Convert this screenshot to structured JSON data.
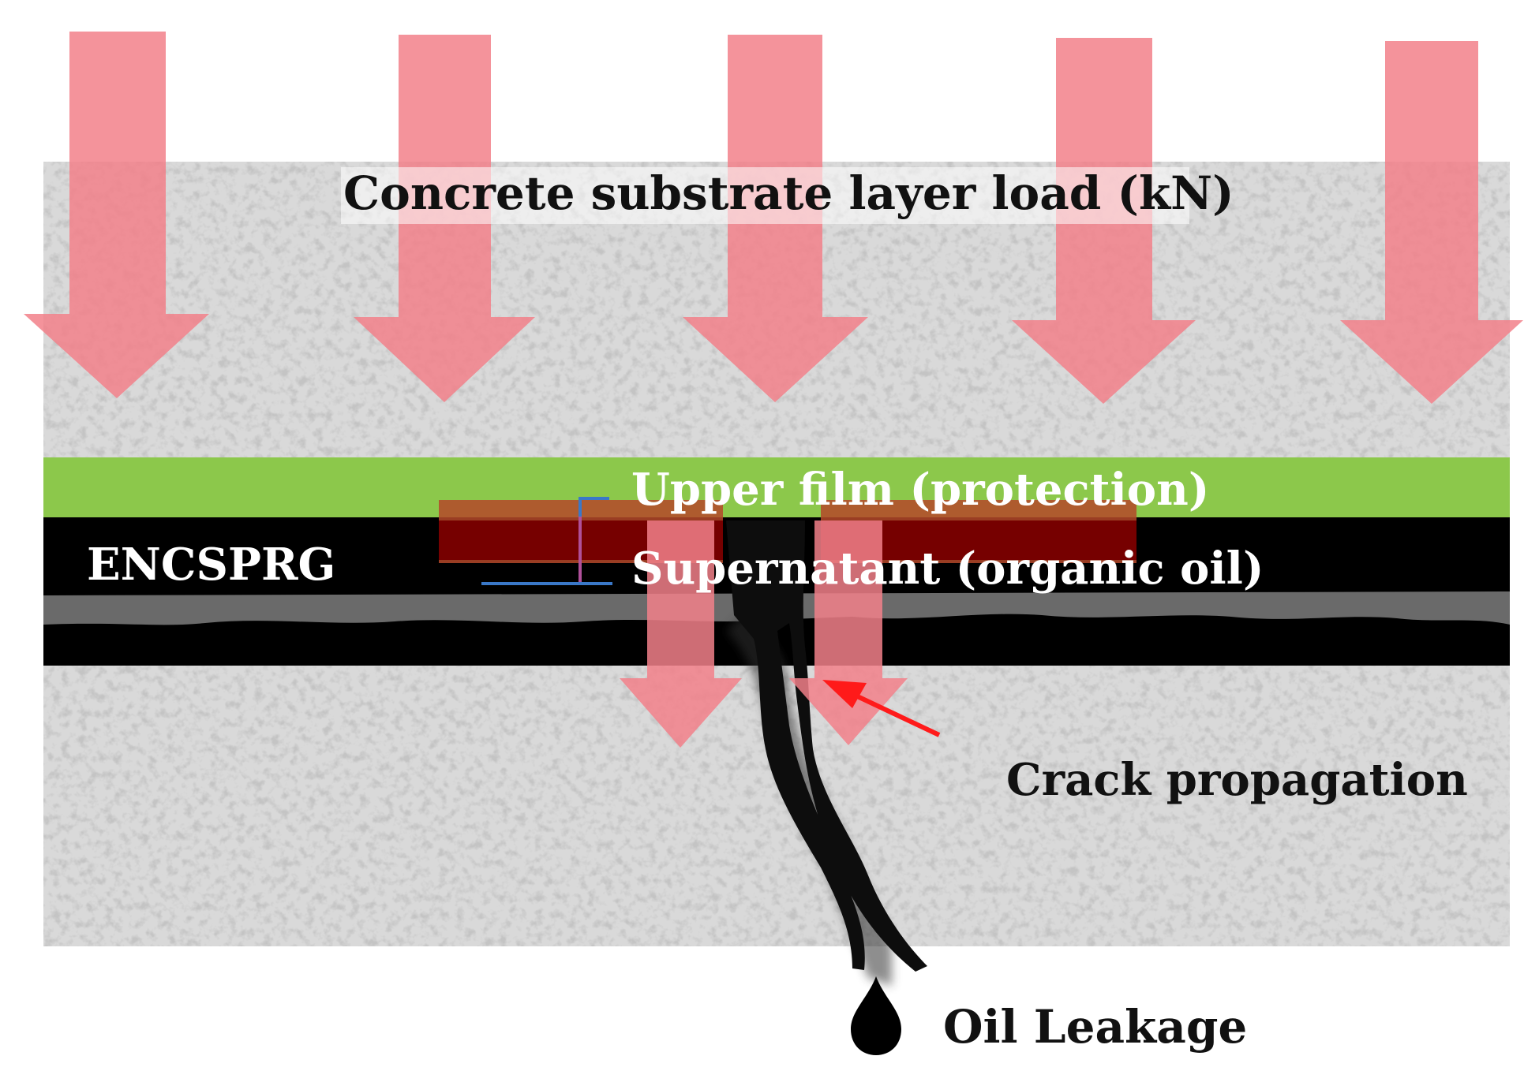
{
  "labels": {
    "top_load": "Concrete substrate layer load (kN)",
    "upper_film": "Upper film (protection)",
    "material": "ENCSPRG",
    "supernatant": "Supernatant (organic oil)",
    "crack": "Crack propagation",
    "leak": "Oil Leakage"
  },
  "colors": {
    "arrow": "#f2808a",
    "green_film": "#8cc84b",
    "black_layer": "#000000",
    "dark_red_block": "#8b0000",
    "orange_block": "#b5482a",
    "crack": "#111111",
    "red_pointer": "#ff1a1a",
    "bracket_blue": "#3a78c8",
    "bracket_purple": "#b0509a"
  },
  "icons": {
    "load_arrows": "down-arrow-icon",
    "leak_drop": "oil-drop-icon",
    "pointer": "red-arrow-icon"
  }
}
